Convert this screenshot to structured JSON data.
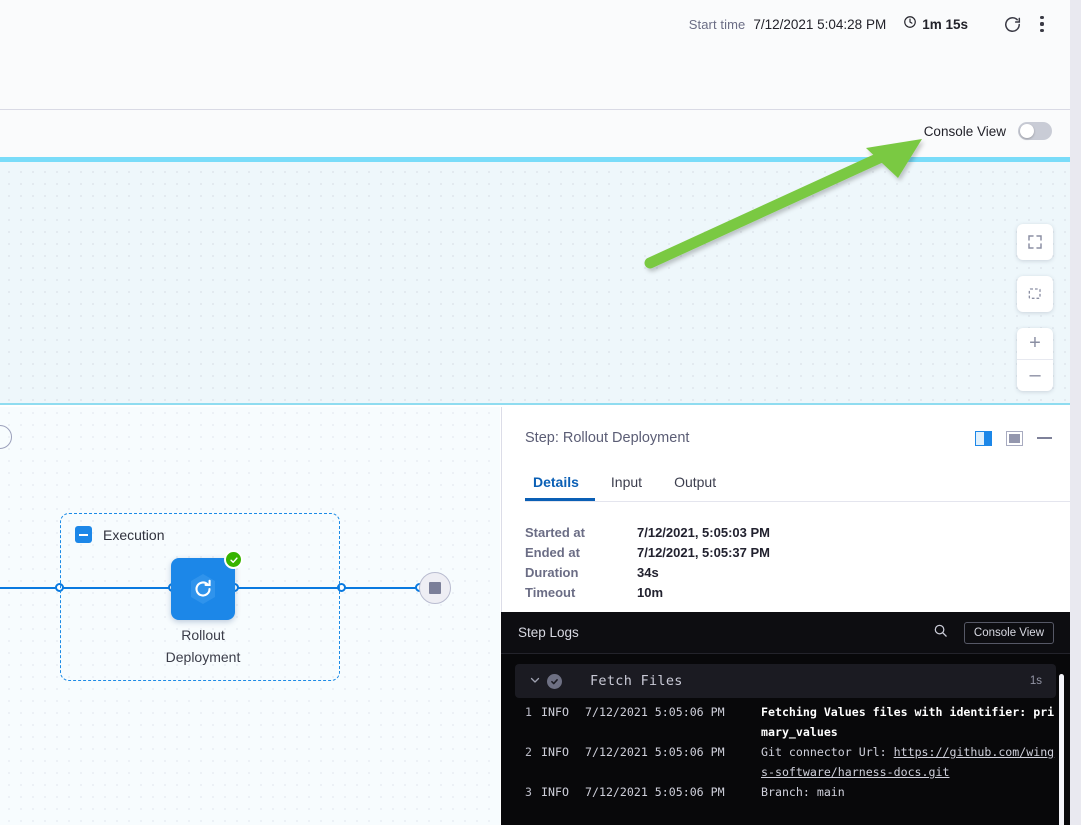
{
  "topbar": {
    "start_time_label": "Start time",
    "start_time_value": "7/12/2021 5:04:28 PM",
    "duration_value": "1m 15s",
    "clock_icon": "clock-icon",
    "rerun_icon": "refresh-icon",
    "more_icon": "kebab-menu-icon"
  },
  "console_strip": {
    "label": "Console View",
    "toggle_state": "off"
  },
  "canvas": {
    "zoom_controls": [
      {
        "name": "fit-to-screen-button",
        "icon": "expand-icon"
      },
      {
        "name": "select-area-button",
        "icon": "marquee-select-icon"
      },
      {
        "name": "zoom-in-button",
        "icon": "plus-icon",
        "label": "+"
      },
      {
        "name": "zoom-out-button",
        "icon": "minus-icon",
        "label": "–"
      }
    ],
    "annotation": {
      "type": "arrow",
      "color": "#7ac943"
    }
  },
  "diagram": {
    "group_label": "Execution",
    "collapse_icon": "minus-square-icon",
    "node": {
      "label_line1": "Rollout",
      "label_line2": "Deployment",
      "icon": "rollout-deployment-icon",
      "status": "success",
      "status_icon": "check-circle-icon",
      "color": "#1c87e8"
    },
    "stop_node_icon": "stop-square-icon"
  },
  "detail_panel": {
    "title": "Step: Rollout Deployment",
    "layout_right_icon": "panel-right-layout-icon",
    "layout_bottom_icon": "panel-bottom-layout-icon",
    "minimize_icon": "minimize-icon",
    "tabs": [
      {
        "label": "Details",
        "active": true
      },
      {
        "label": "Input",
        "active": false
      },
      {
        "label": "Output",
        "active": false
      }
    ],
    "rows": [
      {
        "key": "Started at",
        "value": "7/12/2021, 5:05:03 PM"
      },
      {
        "key": "Ended at",
        "value": "7/12/2021, 5:05:37 PM"
      },
      {
        "key": "Duration",
        "value": "34s"
      },
      {
        "key": "Timeout",
        "value": "10m"
      }
    ]
  },
  "step_logs": {
    "title": "Step Logs",
    "search_icon": "search-icon",
    "console_view_button": "Console View",
    "section": {
      "chevron_icon": "chevron-down-icon",
      "status_icon": "check-circle-icon",
      "name": "Fetch Files",
      "duration": "1s"
    },
    "lines": [
      {
        "num": "1",
        "level": "INFO",
        "timestamp": "7/12/2021 5:05:06 PM",
        "message": "Fetching Values files with identifier: primary_values",
        "bold": true
      },
      {
        "num": "2",
        "level": "INFO",
        "timestamp": "7/12/2021 5:05:06 PM",
        "message_prefix": "Git connector Url: ",
        "link": "https://github.com/wings-software/harness-docs.git",
        "bold": false
      },
      {
        "num": "3",
        "level": "INFO",
        "timestamp": "7/12/2021 5:05:06 PM",
        "message": "Branch: main",
        "bold": false
      }
    ]
  }
}
